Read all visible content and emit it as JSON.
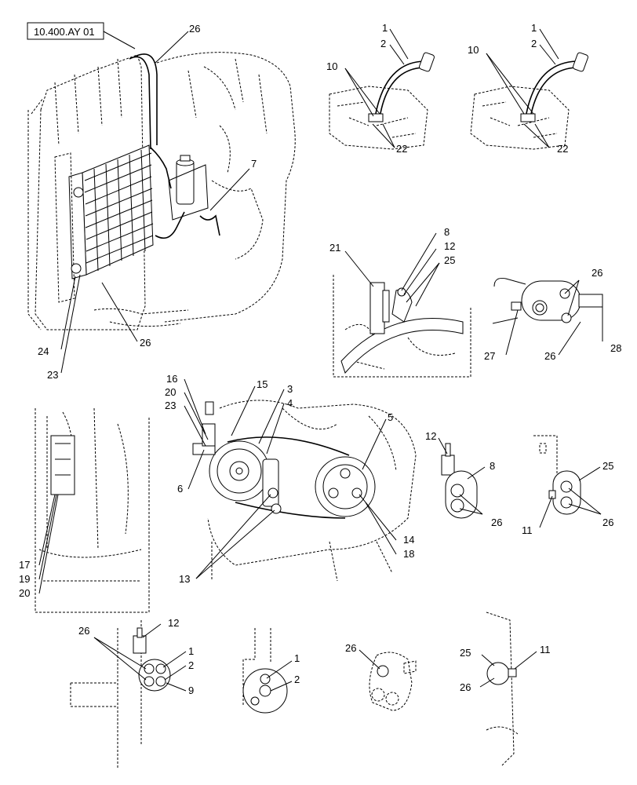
{
  "reference": {
    "label": "10.400.AY 01"
  },
  "labels": {
    "c1": "26",
    "c2": "7",
    "c3": "24",
    "c4": "23",
    "c5": "26",
    "p1a": "1",
    "p1b": "2",
    "p1c": "10",
    "p1d": "22",
    "p2a": "1",
    "p2b": "2",
    "p2c": "10",
    "p2d": "22",
    "h1": "8",
    "h2": "12",
    "h3": "21",
    "h4": "25",
    "b1": "26",
    "b2": "27",
    "b3": "26",
    "b4": "28",
    "e1": "16",
    "e2": "20",
    "e3": "23",
    "e4": "15",
    "e5": "3",
    "e6": "4",
    "e7": "5",
    "e8": "6",
    "e9": "14",
    "e10": "18",
    "e11": "13",
    "l1": "17",
    "l2": "19",
    "l3": "20",
    "f1": "12",
    "f2": "8",
    "f3": "26",
    "g1": "25",
    "g2": "11",
    "g3": "26",
    "k1": "26",
    "k2": "12",
    "k3": "1",
    "k4": "2",
    "k5": "9",
    "m1": "1",
    "m2": "2",
    "n1": "26",
    "o1": "25",
    "o2": "11",
    "o3": "26"
  }
}
